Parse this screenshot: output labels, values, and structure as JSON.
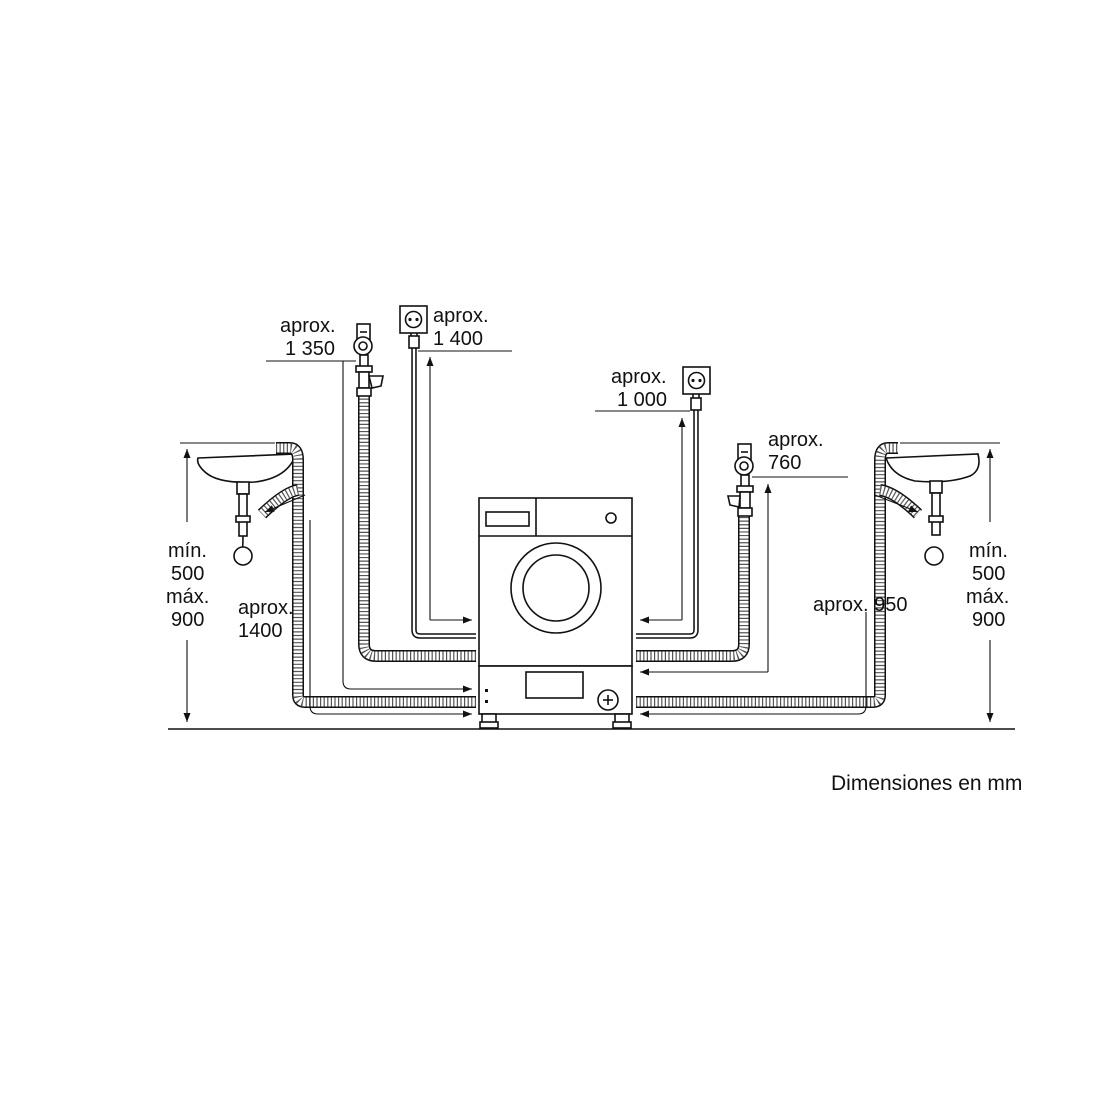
{
  "labels": {
    "hose_left_top": [
      "aprox.",
      "1 350"
    ],
    "cable_left": [
      "aprox.",
      "1 400"
    ],
    "cable_right": [
      "aprox.",
      "1 000"
    ],
    "hose_right_top": [
      "aprox.",
      "760"
    ],
    "left_height": [
      "mín.",
      "500",
      "máx.",
      "900"
    ],
    "right_height": [
      "mín.",
      "500",
      "máx.",
      "900"
    ],
    "drain_left": [
      "aprox.",
      "1400"
    ],
    "drain_right": "aprox. 950"
  },
  "caption": "Dimensiones en mm"
}
